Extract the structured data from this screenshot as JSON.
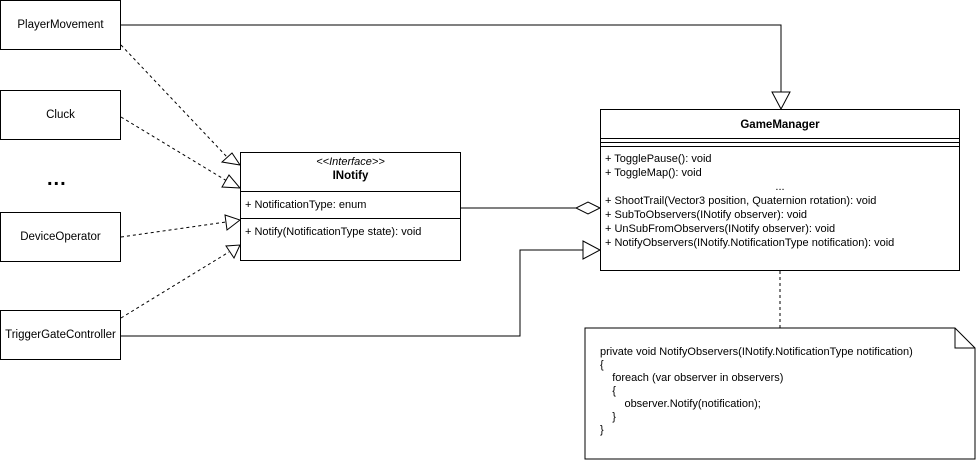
{
  "classes": {
    "player_movement": "PlayerMovement",
    "cluck": "Cluck",
    "ellipsis": "...",
    "device_operator": "DeviceOperator",
    "trigger_gate_controller": "TriggerGateController"
  },
  "inotify": {
    "stereotype": "<<Interface>>",
    "name": "INotify",
    "attributes": [
      "+ NotificationType: enum"
    ],
    "methods": [
      "+ Notify(NotificationType state): void"
    ]
  },
  "game_manager": {
    "name": "GameManager",
    "methods": [
      "+ TogglePause(): void",
      "+ ToggleMap(): void",
      "...",
      "+ ShootTrail(Vector3 position, Quaternion rotation): void",
      "+ SubToObservers(INotify observer): void",
      "+ UnSubFromObservers(INotify observer): void",
      "+ NotifyObservers(INotify.NotificationType notification): void"
    ]
  },
  "note": {
    "lines": [
      "private void NotifyObservers(INotify.NotificationType notification)",
      "{",
      "    foreach (var observer in observers)",
      "    {",
      "        observer.Notify(notification);",
      "    }",
      "}"
    ]
  }
}
